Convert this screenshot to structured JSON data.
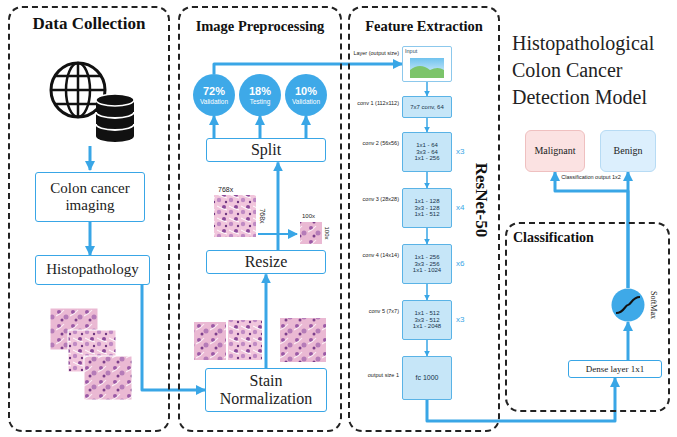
{
  "diagram": {
    "title": "Histopathological Colon Cancer Detection Model",
    "nodes": [
      {
        "text": [
          "Data Collection"
        ]
      },
      {
        "text": [
          "Colon cancer imaging"
        ],
        "in": 0
      },
      {
        "text": [
          "Histopathology"
        ],
        "in": 0
      },
      {
        "text": [
          "Image Preprocessing"
        ]
      },
      {
        "text": [
          "Stain Normalization"
        ],
        "in": 3
      },
      {
        "text": [
          "Resize"
        ],
        "in": 3
      },
      {
        "text": [
          "Split"
        ],
        "in": 3
      },
      {
        "text": [
          "72%",
          "Validation"
        ],
        "in": 3
      },
      {
        "text": [
          "18%",
          "Testing"
        ],
        "in": 3
      },
      {
        "text": [
          "10%",
          "Validation"
        ],
        "in": 3
      },
      {
        "text": [
          "Feature Extraction",
          "ResNet-50"
        ]
      },
      {
        "text": [
          "Input"
        ],
        "in": 10
      },
      {
        "text": [
          "7x7 conv, 64"
        ],
        "in": 10
      },
      {
        "text": [
          "1x1 - 64",
          "3x3 - 64",
          "1x1 - 256"
        ],
        "in": 10
      },
      {
        "text": [
          "1x1 - 128",
          "3x3 - 128",
          "1x1 - 512"
        ],
        "in": 10
      },
      {
        "text": [
          "1x1 - 256",
          "3x3 - 256",
          "1x1 - 1024"
        ],
        "in": 10
      },
      {
        "text": [
          "1x1 - 512",
          "3x3 - 512",
          "1x1 - 2048"
        ],
        "in": 10
      },
      {
        "text": [
          "fc 1000"
        ],
        "in": 10
      },
      {
        "text": [
          "Classification"
        ]
      },
      {
        "text": [
          "Dense layer 1x1"
        ],
        "in": 18
      },
      {
        "text": [
          "SoftMax"
        ],
        "in": 18
      },
      {
        "text": [
          "Malignant"
        ]
      },
      {
        "text": [
          "Benign"
        ]
      }
    ],
    "edges": [
      {
        "from": 1,
        "to": 2,
        "arrow": "to"
      },
      {
        "from": 2,
        "to": 4,
        "arrow": "to"
      },
      {
        "from": 4,
        "to": 5,
        "arrow": "to"
      },
      {
        "from": 5,
        "to": 6,
        "arrow": "to"
      },
      {
        "from": 6,
        "to": 7,
        "arrow": "to"
      },
      {
        "from": 6,
        "to": 8,
        "arrow": "to"
      },
      {
        "from": 6,
        "to": 9,
        "arrow": "to"
      },
      {
        "from": 7,
        "to": 11,
        "arrow": "to"
      },
      {
        "from": 11,
        "to": 12,
        "arrow": "to"
      },
      {
        "from": 12,
        "to": 13,
        "arrow": "to"
      },
      {
        "from": 13,
        "to": 14,
        "arrow": "to"
      },
      {
        "from": 14,
        "to": 15,
        "arrow": "to"
      },
      {
        "from": 15,
        "to": 16,
        "arrow": "to"
      },
      {
        "from": 16,
        "to": 17,
        "arrow": "to"
      },
      {
        "from": 17,
        "to": 19,
        "arrow": "to"
      },
      {
        "from": 19,
        "to": 20,
        "arrow": "to"
      },
      {
        "from": 20,
        "to": 21,
        "arrow": "to"
      },
      {
        "from": 20,
        "to": 22,
        "arrow": "to"
      }
    ],
    "labels": [
      "768x",
      "768x",
      "100x",
      "100x",
      "x3",
      "x4",
      "x6",
      "x3",
      "Layer (output size)",
      "conv 1 (112x112)",
      "conv 2 (56x56)",
      "conv 3 (28x28)",
      "conv 4 (14x14)",
      "conv 5 (7x7)",
      "output size 1",
      "Classification output 1x2"
    ]
  }
}
